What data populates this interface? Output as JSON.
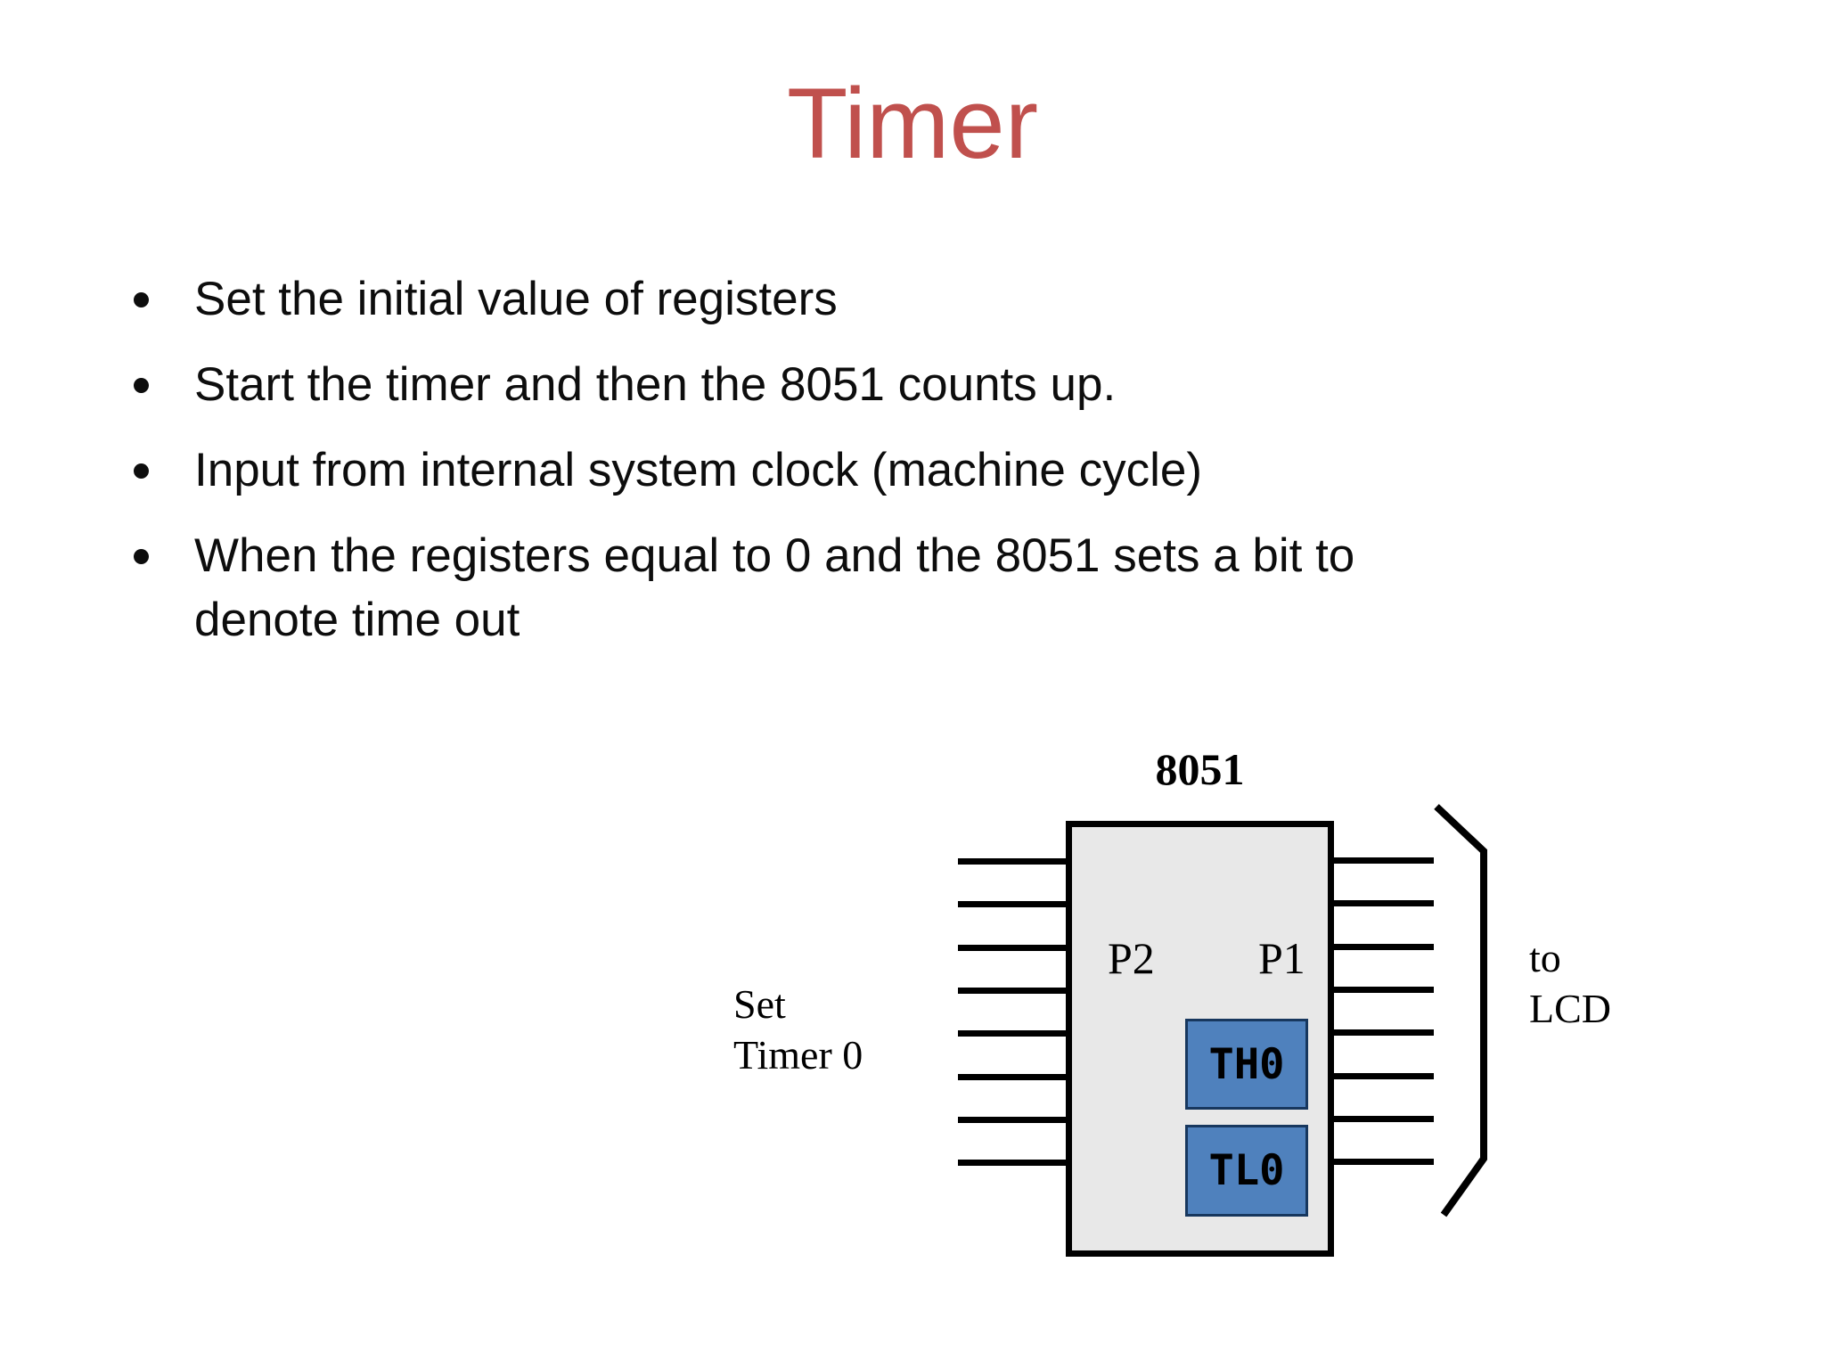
{
  "slide": {
    "title": "Timer",
    "title_color": "#C0504D",
    "bullets": [
      "Set the initial value of registers",
      "Start the timer and then the 8051 counts up.",
      "Input from internal system clock (machine cycle)",
      "When the registers equal to 0 and the 8051 sets a bit to denote time out"
    ]
  },
  "diagram": {
    "chip_label": "8051",
    "port_left_label": "P2",
    "port_right_label": "P1",
    "register_high": "TH0",
    "register_low": "TL0",
    "left_caption_line1": "Set",
    "left_caption_line2": "Timer 0",
    "right_caption_line1": "to",
    "right_caption_line2": "LCD",
    "pins_per_side": 8,
    "colors": {
      "chip_fill": "#E8E8E8",
      "chip_border": "#000000",
      "register_fill": "#4F81BD",
      "register_border": "#17375E"
    }
  }
}
